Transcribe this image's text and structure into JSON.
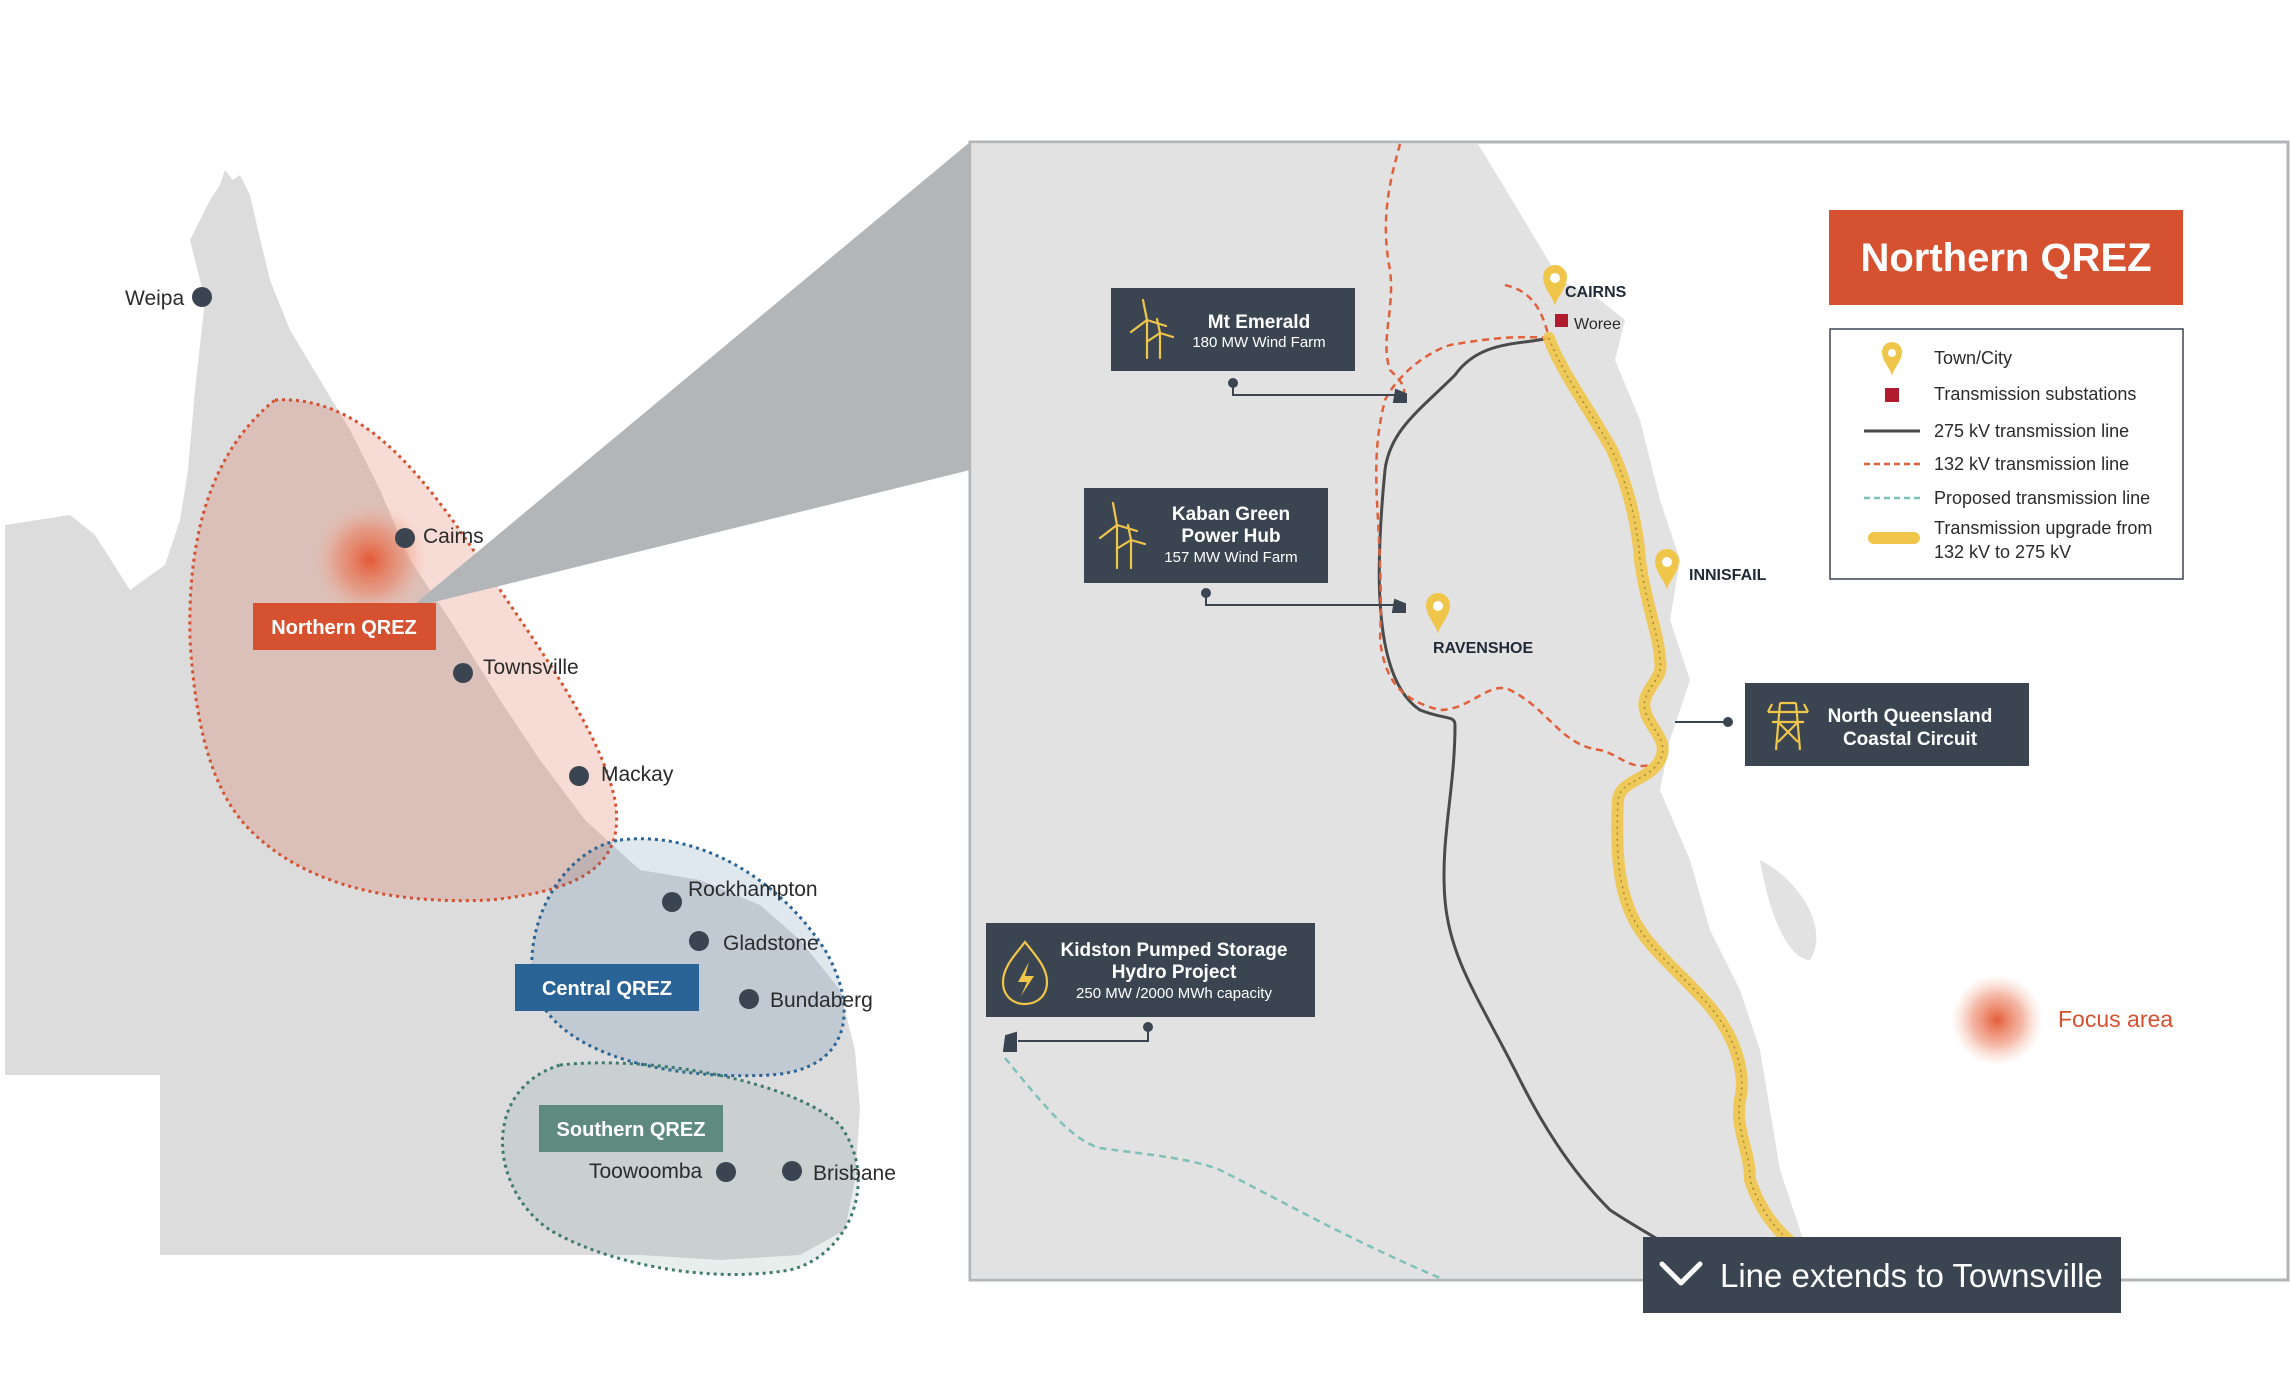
{
  "overview": {
    "towns": [
      {
        "name": "Weipa"
      },
      {
        "name": "Cairns"
      },
      {
        "name": "Townsville"
      },
      {
        "name": "Mackay"
      },
      {
        "name": "Rockhampton"
      },
      {
        "name": "Gladstone"
      },
      {
        "name": "Bundaberg"
      },
      {
        "name": "Toowoomba"
      },
      {
        "name": "Brisbane"
      }
    ],
    "zones": [
      {
        "name": "Northern QREZ",
        "color": "#d5512f"
      },
      {
        "name": "Central QREZ",
        "color": "#2a6496"
      },
      {
        "name": "Southern QREZ",
        "color": "#5f8a80"
      }
    ]
  },
  "inset": {
    "title": "Northern QREZ",
    "places": {
      "cairns": "CAIRNS",
      "woree": "Woree",
      "innisfail": "INNISFAIL",
      "ravenshoe": "RAVENSHOE"
    },
    "projects": {
      "mt_emerald": {
        "title": "Mt Emerald",
        "subtitle": "180 MW Wind Farm",
        "icon": "wind-turbine-icon"
      },
      "kaban": {
        "title_line1": "Kaban Green",
        "title_line2": "Power Hub",
        "subtitle": "157 MW Wind Farm",
        "icon": "wind-turbine-icon"
      },
      "kidston": {
        "title_line1": "Kidston Pumped Storage",
        "title_line2": "Hydro Project",
        "subtitle": "250 MW /2000 MWh capacity",
        "icon": "hydro-drop-icon"
      },
      "nqcc": {
        "title_line1": "North Queensland",
        "title_line2": "Coastal Circuit",
        "icon": "transmission-tower-icon"
      }
    },
    "legend": {
      "items": [
        {
          "label": "Town/City",
          "icon": "map-pin-icon"
        },
        {
          "label": "Transmission substations",
          "icon": "substation-square-icon"
        },
        {
          "label": "275 kV transmission line"
        },
        {
          "label": "132 kV transmission line"
        },
        {
          "label": "Proposed transmission line"
        },
        {
          "label_line1": "Transmission upgrade from",
          "label_line2": "132 kV to 275 kV"
        }
      ]
    },
    "focus_label": "Focus area",
    "extends_label": "Line extends to Townsville"
  },
  "colors": {
    "land": "#dcdcdd",
    "northern": "#d5512f",
    "central": "#2a6496",
    "southern": "#5f8a80",
    "dark_box": "#3b4552",
    "yellow": "#f0c64a",
    "line_275": "#4a4a4a",
    "line_132": "#e0603a",
    "proposed": "#7ec1b8"
  }
}
